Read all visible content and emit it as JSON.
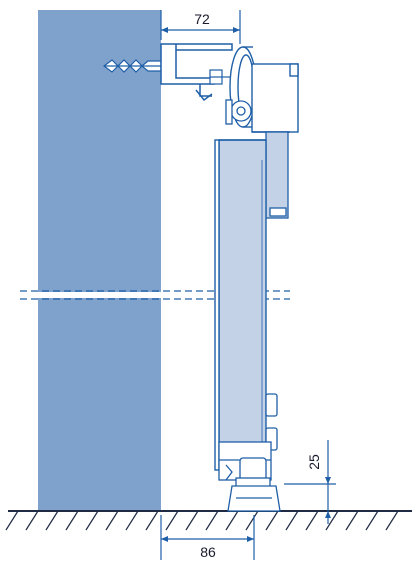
{
  "dimensions": {
    "top_offset": "72",
    "bottom_offset": "86",
    "floor_gap": "25"
  },
  "colors": {
    "line": "#1f5fa8",
    "wall": "#7fa2cc",
    "panel": "#c3d2e7",
    "floor": "#1f2a44",
    "text": "#1a1a2e"
  }
}
